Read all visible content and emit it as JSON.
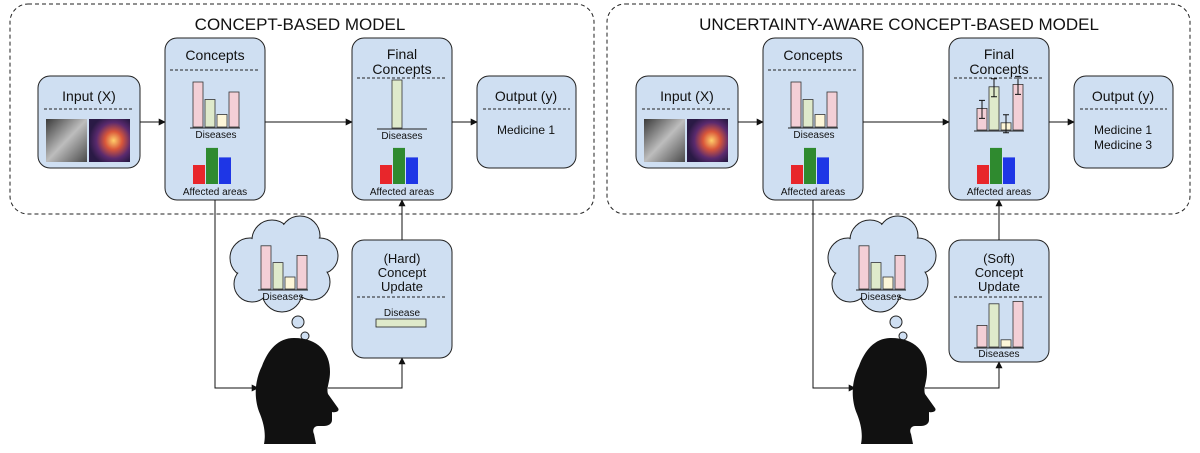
{
  "colors": {
    "box_fill": "#cfdff2",
    "box_stroke": "#222222",
    "bar_pink": "#f3cfd6",
    "bar_green_light": "#dfeacb",
    "bar_cream": "#fdf6d8",
    "bar_red": "#e8262b",
    "bar_green": "#2f8a2f",
    "bar_blue": "#1e36e6",
    "silhouette": "#111111"
  },
  "left_panel": {
    "title": "CONCEPT-BASED MODEL",
    "input_title": "Input (X)",
    "concepts_title": "Concepts",
    "diseases_label": "Diseases",
    "affected_label": "Affected areas",
    "final_title_1": "Final",
    "final_title_2": "Concepts",
    "final_diseases_label": "Diseases",
    "final_affected_label": "Affected areas",
    "output_title": "Output (y)",
    "output_lines": [
      "Medicine 1"
    ],
    "thought_label": "Diseases",
    "update_title_1": "(Hard)",
    "update_title_2": "Concept",
    "update_title_3": "Update",
    "update_bar_label": "Disease"
  },
  "right_panel": {
    "title": "UNCERTAINTY-AWARE CONCEPT-BASED MODEL",
    "input_title": "Input (X)",
    "concepts_title": "Concepts",
    "diseases_label": "Diseases",
    "affected_label": "Affected areas",
    "final_title_1": "Final",
    "final_title_2": "Concepts",
    "final_affected_label": "Affected areas",
    "output_title": "Output (y)",
    "output_lines": [
      "Medicine 1",
      "Medicine 3"
    ],
    "thought_label": "Diseases",
    "update_title_1": "(Soft)",
    "update_title_2": "Concept",
    "update_title_3": "Update",
    "update_bar_label": "Diseases"
  },
  "chart_data": {
    "disease_bar_values": [
      0.9,
      0.55,
      0.25,
      0.7
    ],
    "affected_area_values": [
      0.5,
      0.95,
      0.7
    ],
    "hard_final_disease_values": [
      0,
      1,
      0,
      0
    ],
    "soft_final_disease_values": [
      0.45,
      0.9,
      0.15,
      0.95
    ]
  }
}
